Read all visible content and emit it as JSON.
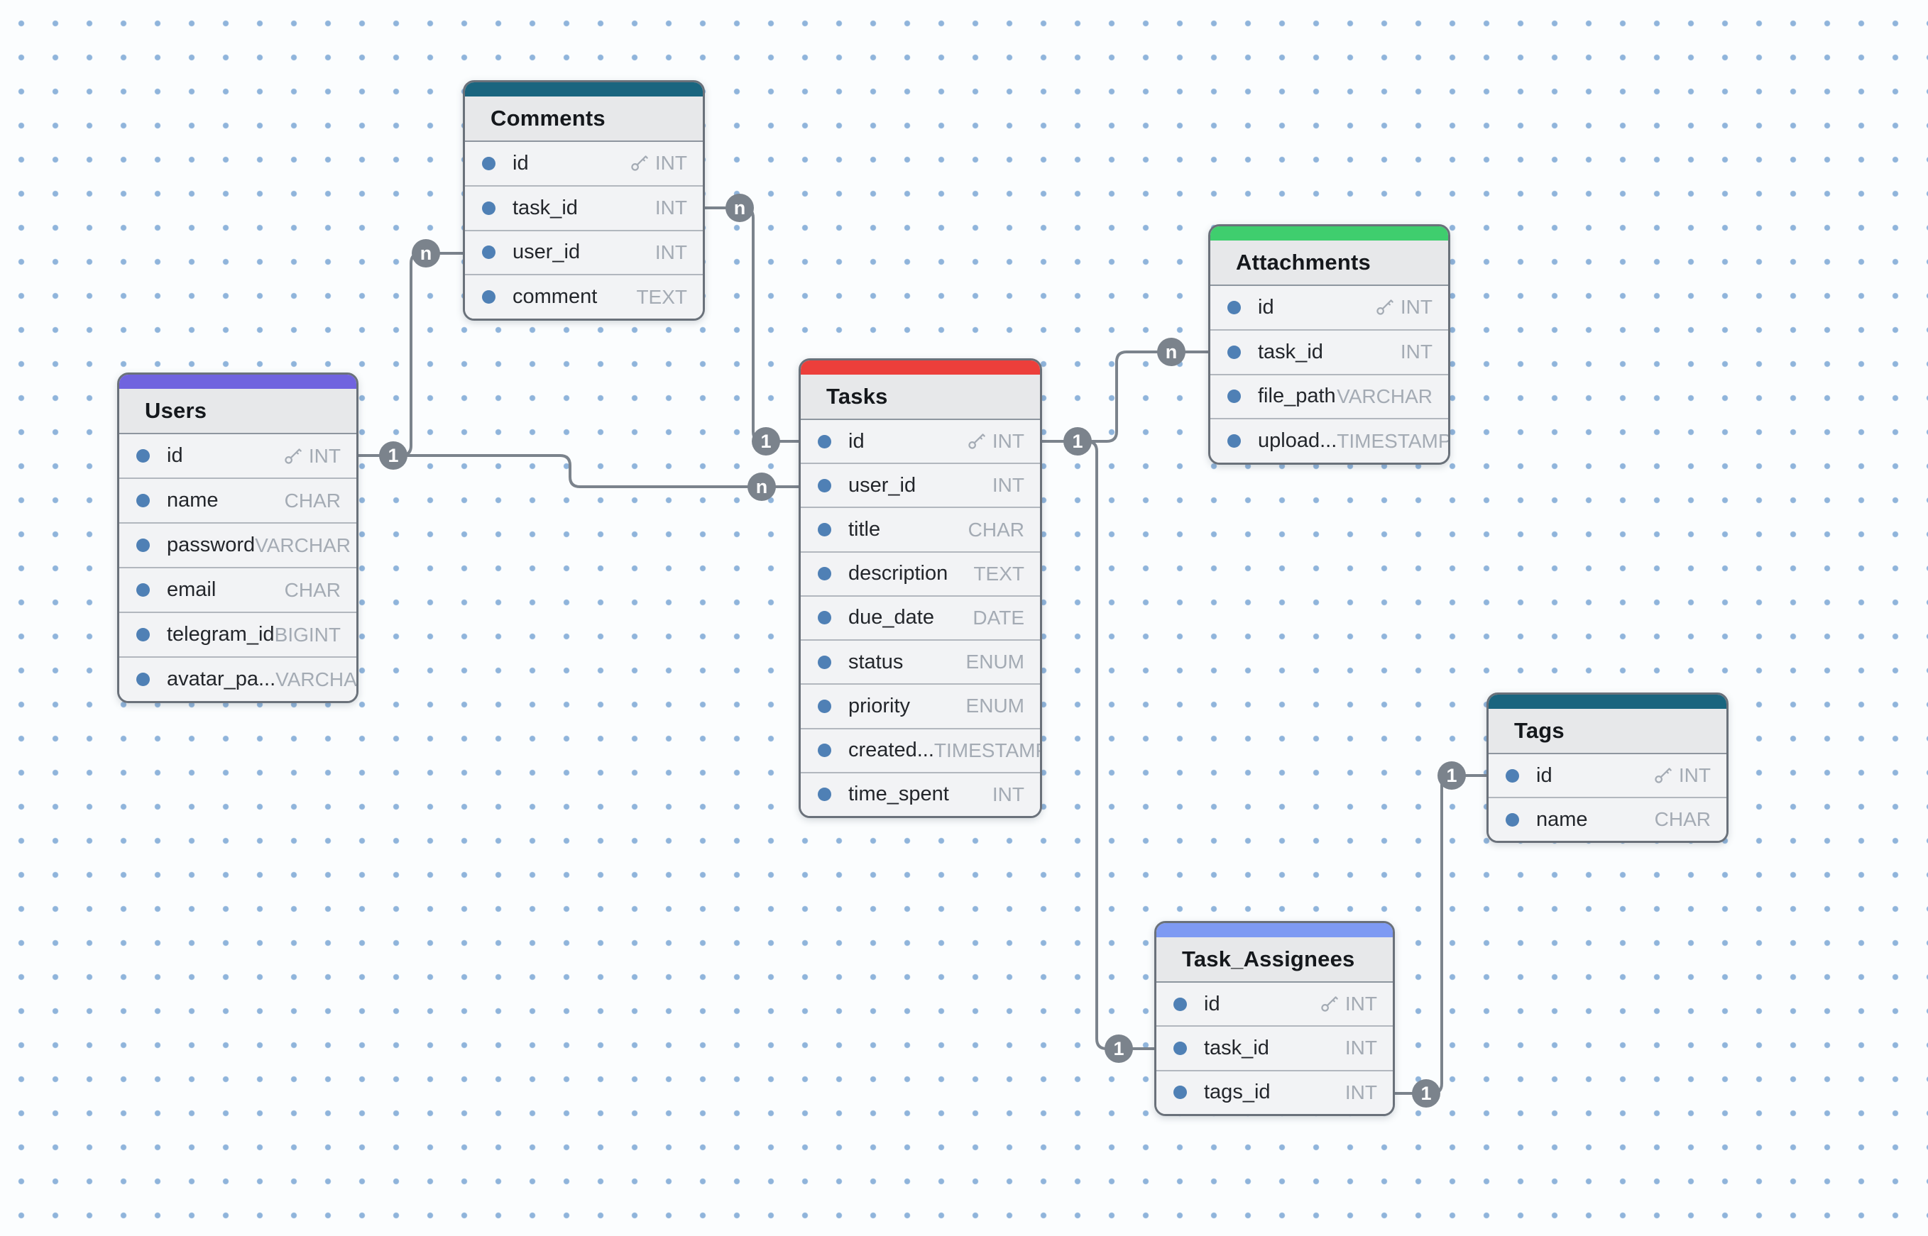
{
  "diagram": {
    "connector_color": "#7B838C",
    "marker_text_color": "#FFFFFF",
    "canvas_dot_color": "#8FB4DB",
    "canvas_background": "#FBFDFE"
  },
  "tables": [
    {
      "name": "Comments",
      "accent_color": "#1A657F",
      "fields": [
        {
          "name": "id",
          "type": "INT",
          "pk": true
        },
        {
          "name": "task_id",
          "type": "INT",
          "pk": false
        },
        {
          "name": "user_id",
          "type": "INT",
          "pk": false
        },
        {
          "name": "comment",
          "type": "TEXT",
          "pk": false
        }
      ]
    },
    {
      "name": "Users",
      "accent_color": "#7063DF",
      "fields": [
        {
          "name": "id",
          "type": "INT",
          "pk": true
        },
        {
          "name": "name",
          "type": "CHAR",
          "pk": false
        },
        {
          "name": "password",
          "type": "VARCHAR",
          "pk": false
        },
        {
          "name": "email",
          "type": "CHAR",
          "pk": false
        },
        {
          "name": "telegram_id",
          "type": "BIGINT",
          "pk": false
        },
        {
          "name": "avatar_pa...",
          "type": "VARCHAR",
          "pk": false
        }
      ]
    },
    {
      "name": "Tasks",
      "accent_color": "#EC3F3B",
      "fields": [
        {
          "name": "id",
          "type": "INT",
          "pk": true
        },
        {
          "name": "user_id",
          "type": "INT",
          "pk": false
        },
        {
          "name": "title",
          "type": "CHAR",
          "pk": false
        },
        {
          "name": "description",
          "type": "TEXT",
          "pk": false
        },
        {
          "name": "due_date",
          "type": "DATE",
          "pk": false
        },
        {
          "name": "status",
          "type": "ENUM",
          "pk": false
        },
        {
          "name": "priority",
          "type": "ENUM",
          "pk": false
        },
        {
          "name": "created...",
          "type": "TIMESTAMP",
          "pk": false
        },
        {
          "name": "time_spent",
          "type": "INT",
          "pk": false
        }
      ]
    },
    {
      "name": "Attachments",
      "accent_color": "#3FCE6E",
      "fields": [
        {
          "name": "id",
          "type": "INT",
          "pk": true
        },
        {
          "name": "task_id",
          "type": "INT",
          "pk": false
        },
        {
          "name": "file_path",
          "type": "VARCHAR",
          "pk": false
        },
        {
          "name": "upload...",
          "type": "TIMESTAMP",
          "pk": false
        }
      ]
    },
    {
      "name": "Tags",
      "accent_color": "#1A657F",
      "fields": [
        {
          "name": "id",
          "type": "INT",
          "pk": true
        },
        {
          "name": "name",
          "type": "CHAR",
          "pk": false
        }
      ]
    },
    {
      "name": "Task_Assignees",
      "accent_color": "#7E9AF3",
      "fields": [
        {
          "name": "id",
          "type": "INT",
          "pk": true
        },
        {
          "name": "task_id",
          "type": "INT",
          "pk": false
        },
        {
          "name": "tags_id",
          "type": "INT",
          "pk": false
        }
      ]
    }
  ],
  "relationships": [
    {
      "from_table": "Users",
      "from_field": "id",
      "from_card": "1",
      "to_table": "Comments",
      "to_field": "user_id",
      "to_card": "n"
    },
    {
      "from_table": "Users",
      "from_field": "id",
      "from_card": "1",
      "to_table": "Tasks",
      "to_field": "user_id",
      "to_card": "n"
    },
    {
      "from_table": "Tasks",
      "from_field": "id",
      "from_card": "1",
      "to_table": "Comments",
      "to_field": "task_id",
      "to_card": "n"
    },
    {
      "from_table": "Tasks",
      "from_field": "id",
      "from_card": "1",
      "to_table": "Attachments",
      "to_field": "task_id",
      "to_card": "n"
    },
    {
      "from_table": "Tasks",
      "from_field": "id",
      "from_card": "1",
      "to_table": "Task_Assignees",
      "to_field": "task_id",
      "to_card": "1"
    },
    {
      "from_table": "Tags",
      "from_field": "id",
      "from_card": "1",
      "to_table": "Task_Assignees",
      "to_field": "tags_id",
      "to_card": "1"
    }
  ]
}
